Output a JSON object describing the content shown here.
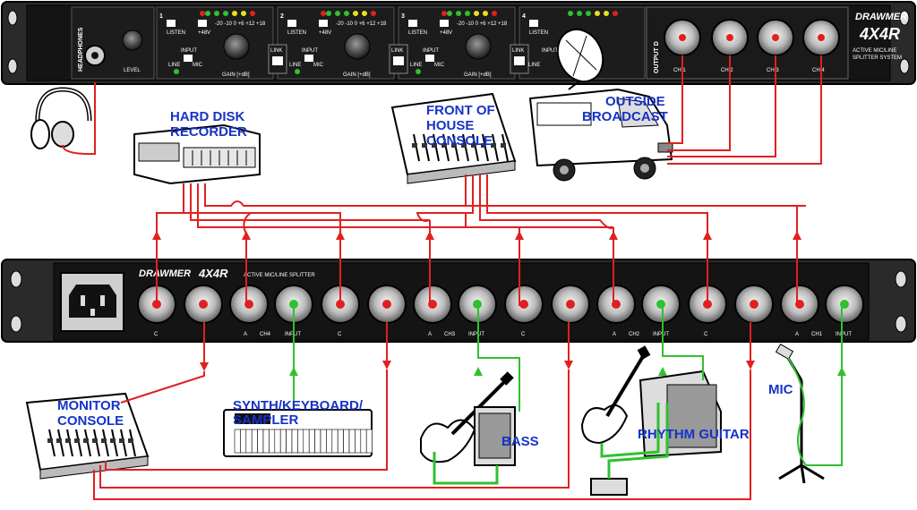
{
  "top_unit": {
    "brand": "DRAWMER",
    "model": "4X4R",
    "subtitle_1": "ACTIVE MIC/LINE",
    "subtitle_2": "SPLITTER SYSTEM",
    "headphones_label": "HEADPHONES",
    "level_label": "LEVEL",
    "output_label": "OUTPUT D",
    "channel_numbers": [
      "1",
      "2",
      "3",
      "4"
    ],
    "listen_label": "LISTEN",
    "phantom_label": "+48V",
    "input_label": "INPUT",
    "line_label": "LINE",
    "mic_label": "MIC",
    "gain_label": "GAIN [+dB]",
    "link_label": "LINK",
    "meter_scale": "-20 -10 0 +6 +12 +18",
    "output_jacks": [
      "CH 1",
      "CH 2",
      "CH 3",
      "CH 4"
    ]
  },
  "bottom_unit": {
    "brand": "DRAWMER",
    "model": "4X4R",
    "subtitle": "ACTIVE MIC/LINE SPLITTER",
    "jack_labels": [
      "C",
      "A",
      "INPUT"
    ],
    "channel_labels": [
      "CH4",
      "CH3",
      "CH2",
      "CH1"
    ]
  },
  "labels": {
    "hard_disk": [
      "HARD DISK",
      "RECORDER"
    ],
    "front_of_house": [
      "FRONT OF",
      "HOUSE",
      "CONSOLE"
    ],
    "outside_broadcast": [
      "OUTSIDE",
      "BROADCAST"
    ],
    "monitor_console": [
      "MONITOR",
      "CONSOLE"
    ],
    "synth": [
      "SYNTH/KEYBOARD/",
      "SAMPLER"
    ],
    "bass": "BASS",
    "rhythm_guitar": "RHYTHM GUITAR",
    "mic": "MIC"
  },
  "colors": {
    "signal_red": "#e02020",
    "input_green": "#30c030",
    "label_blue": "#1633c8",
    "panel": "#141414"
  }
}
